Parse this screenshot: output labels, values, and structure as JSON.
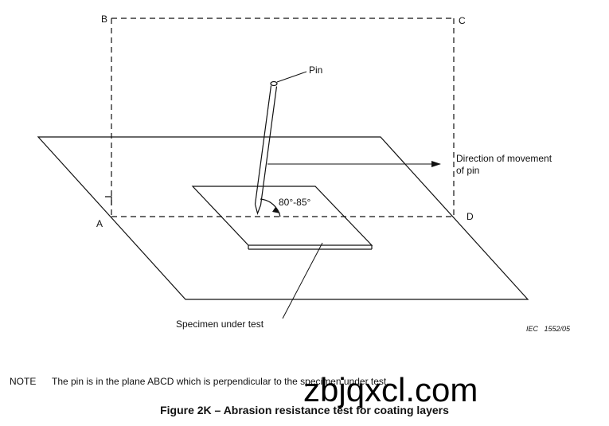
{
  "diagram": {
    "points": {
      "a": "A",
      "b": "B",
      "c": "C",
      "d": "D"
    },
    "labels": {
      "pin": "Pin",
      "direction_line1": "Direction of movement",
      "direction_line2": "of pin",
      "angle": "80°-85°",
      "specimen": "Specimen under test",
      "figure_ref": "IEC   1552/05"
    }
  },
  "note": {
    "tag": "NOTE",
    "text": "The pin is in the plane ABCD which is perpendicular to the specimen under test."
  },
  "caption": "Figure 2K – Abrasion resistance test for coating layers",
  "watermark": "zbjqxcl.com",
  "colors": {
    "ink": "#111111",
    "background": "#ffffff"
  }
}
